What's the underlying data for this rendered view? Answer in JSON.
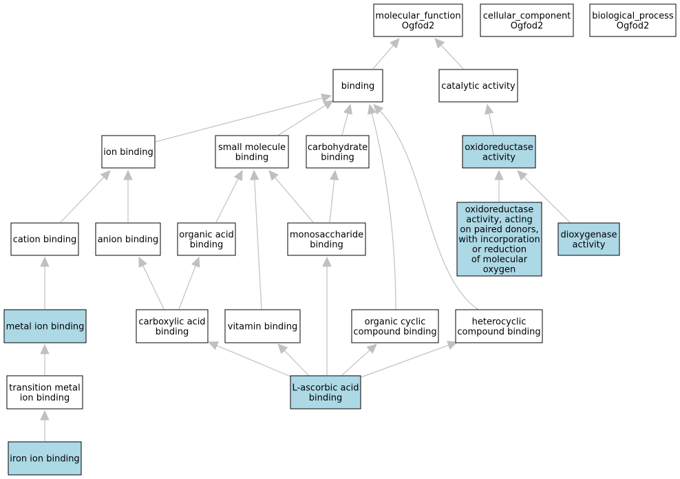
{
  "colors": {
    "highlight": "#add8e6",
    "plain": "#ffffff",
    "edge": "#c0c0c0"
  },
  "nodes": [
    {
      "id": "mf",
      "lines": [
        "molecular_function",
        "Ogfod2"
      ],
      "hl": false
    },
    {
      "id": "cc",
      "lines": [
        "cellular_component",
        "Ogfod2"
      ],
      "hl": false
    },
    {
      "id": "bp",
      "lines": [
        "biological_process",
        "Ogfod2"
      ],
      "hl": false
    },
    {
      "id": "bind",
      "lines": [
        "binding"
      ],
      "hl": false
    },
    {
      "id": "cat",
      "lines": [
        "catalytic activity"
      ],
      "hl": false
    },
    {
      "id": "ion",
      "lines": [
        "ion binding"
      ],
      "hl": false
    },
    {
      "id": "smb",
      "lines": [
        "small molecule",
        "binding"
      ],
      "hl": false
    },
    {
      "id": "carb",
      "lines": [
        "carbohydrate",
        "binding"
      ],
      "hl": false
    },
    {
      "id": "oxred",
      "lines": [
        "oxidoreductase",
        "activity"
      ],
      "hl": true
    },
    {
      "id": "cation",
      "lines": [
        "cation binding"
      ],
      "hl": false
    },
    {
      "id": "anion",
      "lines": [
        "anion binding"
      ],
      "hl": false
    },
    {
      "id": "oab",
      "lines": [
        "organic acid",
        "binding"
      ],
      "hl": false
    },
    {
      "id": "mono",
      "lines": [
        "monosaccharide",
        "binding"
      ],
      "hl": false
    },
    {
      "id": "oxpd",
      "lines": [
        "oxidoreductase",
        "activity, acting",
        "on paired donors,",
        "with incorporation",
        "or reduction",
        "of molecular",
        "oxygen"
      ],
      "hl": true
    },
    {
      "id": "diox",
      "lines": [
        "dioxygenase",
        "activity"
      ],
      "hl": true
    },
    {
      "id": "metal",
      "lines": [
        "metal ion binding"
      ],
      "hl": true
    },
    {
      "id": "carbox",
      "lines": [
        "carboxylic acid",
        "binding"
      ],
      "hl": false
    },
    {
      "id": "vit",
      "lines": [
        "vitamin binding"
      ],
      "hl": false
    },
    {
      "id": "occ",
      "lines": [
        "organic cyclic",
        "compound binding"
      ],
      "hl": false
    },
    {
      "id": "hcc",
      "lines": [
        "heterocyclic",
        "compound binding"
      ],
      "hl": false
    },
    {
      "id": "tmi",
      "lines": [
        "transition metal",
        "ion binding"
      ],
      "hl": false
    },
    {
      "id": "asc",
      "lines": [
        "L-ascorbic acid",
        "binding"
      ],
      "hl": true
    },
    {
      "id": "iron",
      "lines": [
        "iron ion binding"
      ],
      "hl": true
    }
  ],
  "edges": [
    {
      "from": "bind",
      "to": "mf"
    },
    {
      "from": "cat",
      "to": "mf"
    },
    {
      "from": "ion",
      "to": "bind"
    },
    {
      "from": "smb",
      "to": "bind"
    },
    {
      "from": "carb",
      "to": "bind"
    },
    {
      "from": "occ",
      "to": "bind"
    },
    {
      "from": "hcc",
      "to": "bind"
    },
    {
      "from": "oxred",
      "to": "cat"
    },
    {
      "from": "cation",
      "to": "ion"
    },
    {
      "from": "anion",
      "to": "ion"
    },
    {
      "from": "oab",
      "to": "smb"
    },
    {
      "from": "vit",
      "to": "smb"
    },
    {
      "from": "mono",
      "to": "smb"
    },
    {
      "from": "mono",
      "to": "carb"
    },
    {
      "from": "oxpd",
      "to": "oxred"
    },
    {
      "from": "diox",
      "to": "oxred"
    },
    {
      "from": "metal",
      "to": "cation"
    },
    {
      "from": "carbox",
      "to": "anion"
    },
    {
      "from": "carbox",
      "to": "oab"
    },
    {
      "from": "tmi",
      "to": "metal"
    },
    {
      "from": "iron",
      "to": "tmi"
    },
    {
      "from": "asc",
      "to": "carbox"
    },
    {
      "from": "asc",
      "to": "vit"
    },
    {
      "from": "asc",
      "to": "mono"
    },
    {
      "from": "asc",
      "to": "occ"
    },
    {
      "from": "asc",
      "to": "hcc"
    }
  ]
}
